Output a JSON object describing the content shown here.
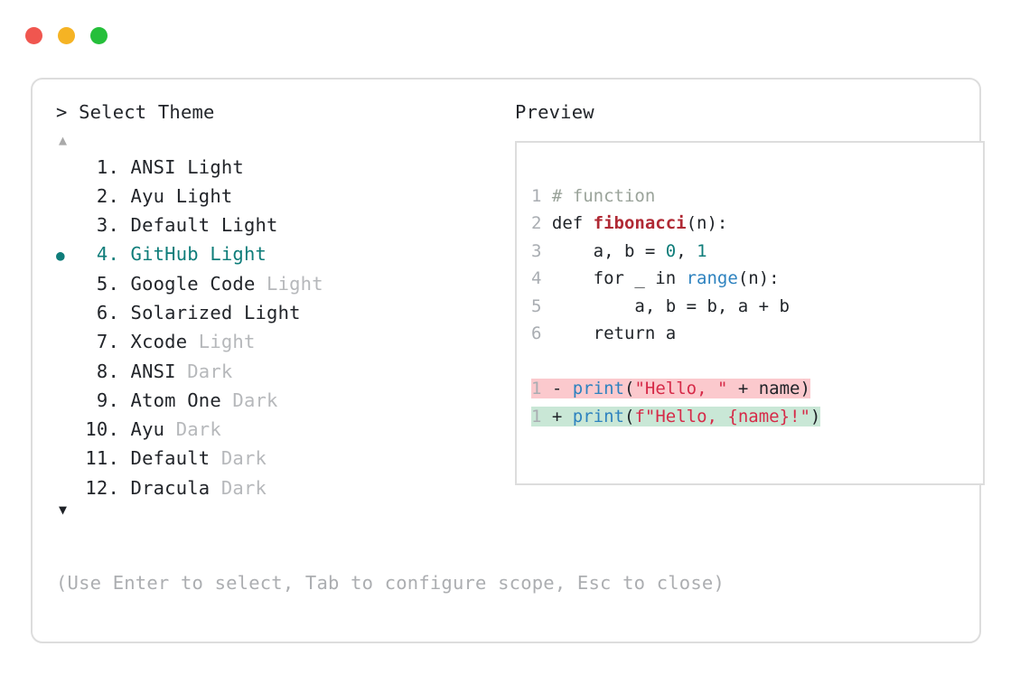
{
  "window": {
    "controls": [
      {
        "name": "close",
        "color": "#f0564f"
      },
      {
        "name": "minimize",
        "color": "#f5b324"
      },
      {
        "name": "maximize",
        "color": "#25bf3a"
      }
    ]
  },
  "picker": {
    "prompt": "> Select Theme",
    "scroll_up_indicator": "▲",
    "scroll_down_indicator": "▼",
    "selected_index": 4,
    "selected_bullet": "●",
    "accent_color": "#0f7d7a",
    "muted_color": "#b6b8bb",
    "items": [
      {
        "number": " 1.",
        "name": "ANSI",
        "variant": "Light",
        "variant_muted": false,
        "selected": false
      },
      {
        "number": " 2.",
        "name": "Ayu",
        "variant": "Light",
        "variant_muted": false,
        "selected": false
      },
      {
        "number": " 3.",
        "name": "Default",
        "variant": "Light",
        "variant_muted": false,
        "selected": false
      },
      {
        "number": " 4.",
        "name": "GitHub",
        "variant": "Light",
        "variant_muted": false,
        "selected": true
      },
      {
        "number": " 5.",
        "name": "Google Code",
        "variant": "Light",
        "variant_muted": true,
        "selected": false
      },
      {
        "number": " 6.",
        "name": "Solarized",
        "variant": "Light",
        "variant_muted": false,
        "selected": false
      },
      {
        "number": " 7.",
        "name": "Xcode",
        "variant": "Light",
        "variant_muted": true,
        "selected": false
      },
      {
        "number": " 8.",
        "name": "ANSI",
        "variant": "Dark",
        "variant_muted": true,
        "selected": false
      },
      {
        "number": " 9.",
        "name": "Atom One",
        "variant": "Dark",
        "variant_muted": true,
        "selected": false
      },
      {
        "number": "10.",
        "name": "Ayu",
        "variant": "Dark",
        "variant_muted": true,
        "selected": false
      },
      {
        "number": "11.",
        "name": "Default",
        "variant": "Dark",
        "variant_muted": true,
        "selected": false
      },
      {
        "number": "12.",
        "name": "Dracula",
        "variant": "Dark",
        "variant_muted": true,
        "selected": false
      }
    ],
    "hint": "(Use Enter to select, Tab to configure scope, Esc to close)"
  },
  "preview": {
    "label": "Preview",
    "code_lines": [
      {
        "lineno": "1",
        "tokens": [
          {
            "text": "# function",
            "type": "comment"
          }
        ]
      },
      {
        "lineno": "2",
        "tokens": [
          {
            "text": "def ",
            "type": "kw"
          },
          {
            "text": "fibonacci",
            "type": "fn"
          },
          {
            "text": "(n):",
            "type": "plain"
          }
        ]
      },
      {
        "lineno": "3",
        "tokens": [
          {
            "text": "    a, b = ",
            "type": "plain"
          },
          {
            "text": "0",
            "type": "num"
          },
          {
            "text": ", ",
            "type": "plain"
          },
          {
            "text": "1",
            "type": "num"
          }
        ]
      },
      {
        "lineno": "4",
        "tokens": [
          {
            "text": "    for _ in ",
            "type": "plain"
          },
          {
            "text": "range",
            "type": "builtin"
          },
          {
            "text": "(n):",
            "type": "plain"
          }
        ]
      },
      {
        "lineno": "5",
        "tokens": [
          {
            "text": "        a, b = b, a + b",
            "type": "plain"
          }
        ]
      },
      {
        "lineno": "6",
        "tokens": [
          {
            "text": "    return a",
            "type": "plain"
          }
        ]
      }
    ],
    "diff_lines": [
      {
        "lineno": "1",
        "marker": "-",
        "kind": "del",
        "bg": "#fbc9cd",
        "tokens": [
          {
            "text": "print",
            "type": "builtin"
          },
          {
            "text": "(",
            "type": "plain"
          },
          {
            "text": "\"Hello, \"",
            "type": "str"
          },
          {
            "text": " + name)",
            "type": "plain"
          }
        ]
      },
      {
        "lineno": "1",
        "marker": "+",
        "kind": "add",
        "bg": "#c9e7d6",
        "tokens": [
          {
            "text": "print",
            "type": "builtin"
          },
          {
            "text": "(",
            "type": "plain"
          },
          {
            "text": "f\"Hello, {name}!\"",
            "type": "str"
          },
          {
            "text": ")",
            "type": "plain"
          }
        ]
      }
    ]
  }
}
